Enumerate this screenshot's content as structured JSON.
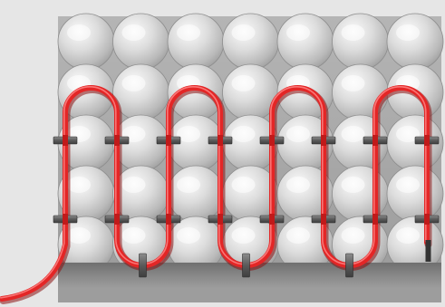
{
  "scene": {
    "subject": "underfloor-heating-cable-on-insulation-panel",
    "colors": {
      "background": "#e6e6e6",
      "panel_dark": "#8c8c8c",
      "panel_light": "#f4f4f4",
      "boss_light": "#fafafa",
      "boss_shadow": "#a8a8a8",
      "cable": "#e32626",
      "cable_highlight": "#ff8a8a",
      "clip": "#555555",
      "clip_light": "#9a9a9a"
    },
    "boss_columns": 7,
    "boss_rows": 5,
    "cable_loops": 7,
    "clip_rows": 2
  }
}
